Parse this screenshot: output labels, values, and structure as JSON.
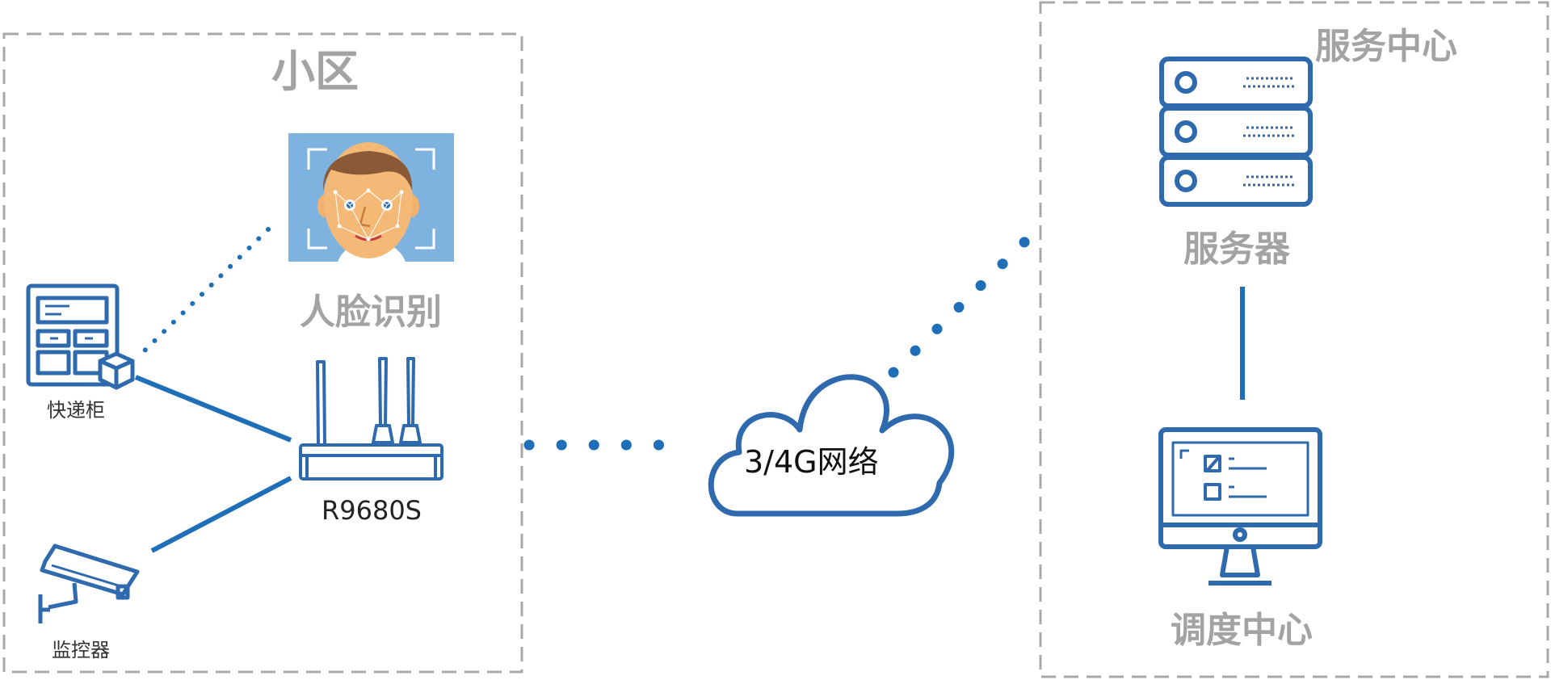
{
  "zones": {
    "community_title": "小区",
    "service_title": "服务中心"
  },
  "nodes": {
    "face_recognition": "人脸识别",
    "express_locker": "快递柜",
    "monitor": "监控器",
    "router": "R9680S",
    "network": "3/4G网络",
    "server": "服务器",
    "dispatch_center": "调度中心"
  },
  "colors": {
    "accent": "#1f6fb8",
    "icon": "#2e6aad",
    "label_gray": "#a3a3a3",
    "border_gray": "#a8a8a8"
  }
}
